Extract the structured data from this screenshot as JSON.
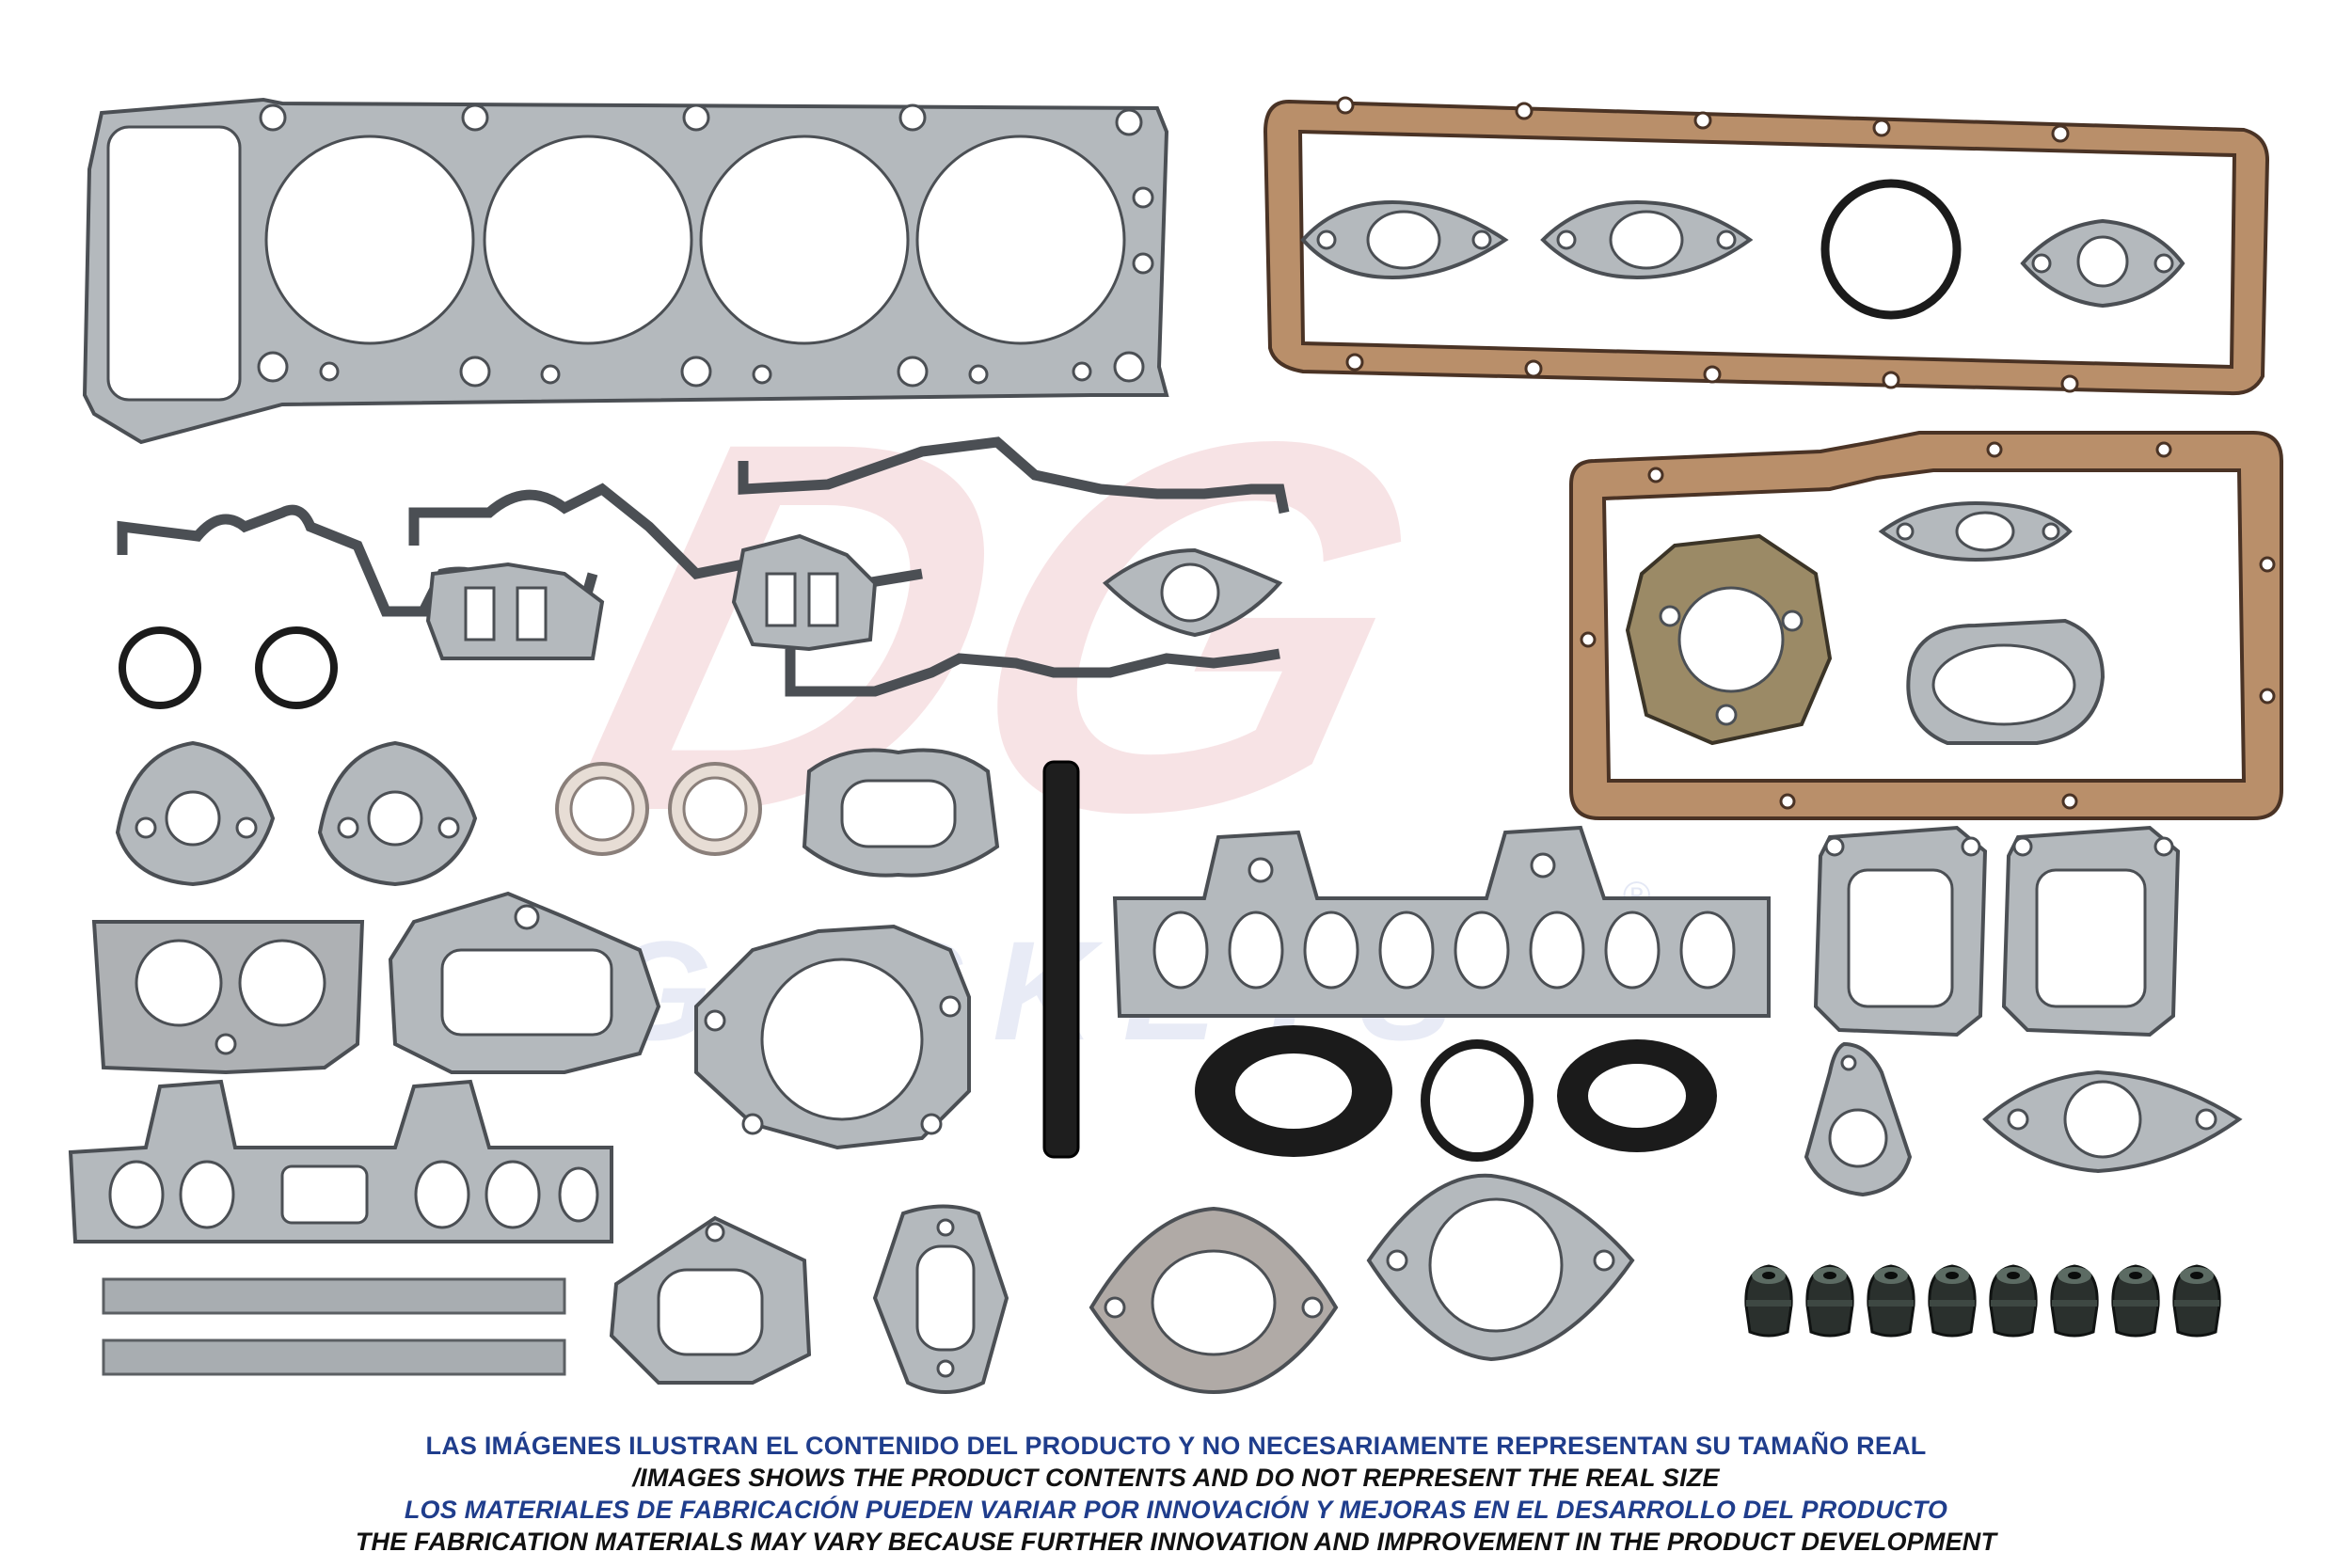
{
  "watermark": {
    "brand": "DG",
    "sub": "GASKETS",
    "registered": "®",
    "colors": {
      "red": "#e15a68",
      "blue": "#7f8fc6"
    }
  },
  "palette": {
    "gasket_gray": "#b4b9bd",
    "gasket_edge": "#4b4f54",
    "cork": "#b98f6a",
    "cork_edge": "#4a3325",
    "rubber": "#1b1b1b"
  },
  "parts": {
    "head_gasket": "cylinder-head-gasket",
    "valve_cover_gasket": "valve-cover-gasket",
    "oil_pan_gasket": "oil-pan-gasket",
    "valve_stem_seal_count": 8
  },
  "disclaimer": {
    "line1": "LAS IMÁGENES ILUSTRAN EL CONTENIDO DEL PRODUCTO Y NO NECESARIAMENTE REPRESENTAN SU TAMAÑO REAL",
    "line2": "/IMAGES SHOWS THE PRODUCT CONTENTS AND DO NOT REPRESENT THE REAL SIZE",
    "line3": "LOS MATERIALES DE FABRICACIÓN PUEDEN VARIAR POR INNOVACIÓN Y MEJORAS EN EL DESARROLLO DEL PRODUCTO",
    "line4": "THE FABRICATION MATERIALS MAY VARY BECAUSE FURTHER INNOVATION AND IMPROVEMENT IN THE PRODUCT DEVELOPMENT"
  }
}
